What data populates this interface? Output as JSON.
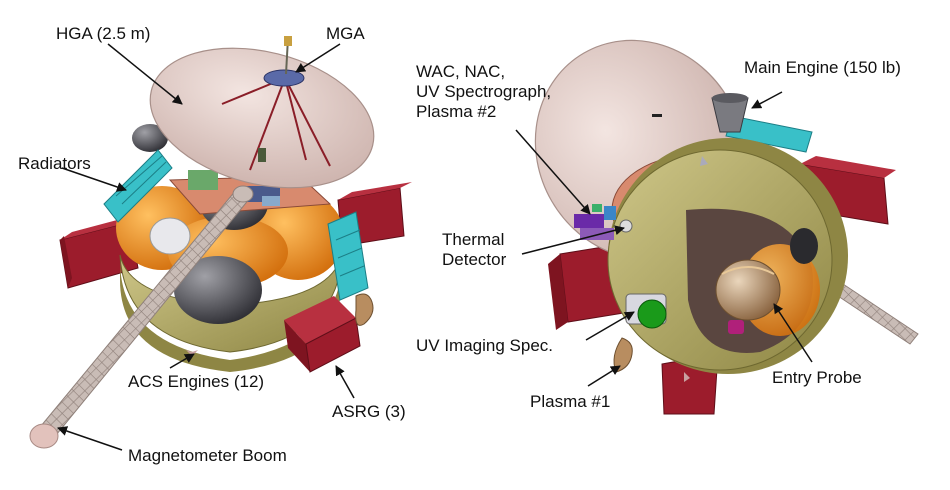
{
  "labels": {
    "hga": "HGA (2.5 m)",
    "mga": "MGA",
    "radiators": "Radiators",
    "acs_engines": "ACS Engines (12)",
    "asrg": "ASRG (3)",
    "magnetometer_boom": "Magnetometer Boom",
    "instruments_line1": "WAC, NAC,",
    "instruments_line2": "UV Spectrograph,",
    "instruments_line3": "Plasma #2",
    "main_engine": "Main Engine (150 lb)",
    "thermal_line1": "Thermal",
    "thermal_line2": "Detector",
    "uv_imaging": "UV Imaging Spec.",
    "plasma1": "Plasma #1",
    "entry_probe": "Entry Probe"
  },
  "colors": {
    "dish": "#e9d6d2",
    "gold_body": "#b9b070",
    "orange_tank": "#f0941e",
    "asrg_red": "#9c1c2c",
    "radiator_cyan": "#39c0c8",
    "copper_deck": "#d88a6e",
    "probe_bronze": "#b88d60",
    "boom_gray": "#b8aaa4",
    "text": "#111111"
  }
}
